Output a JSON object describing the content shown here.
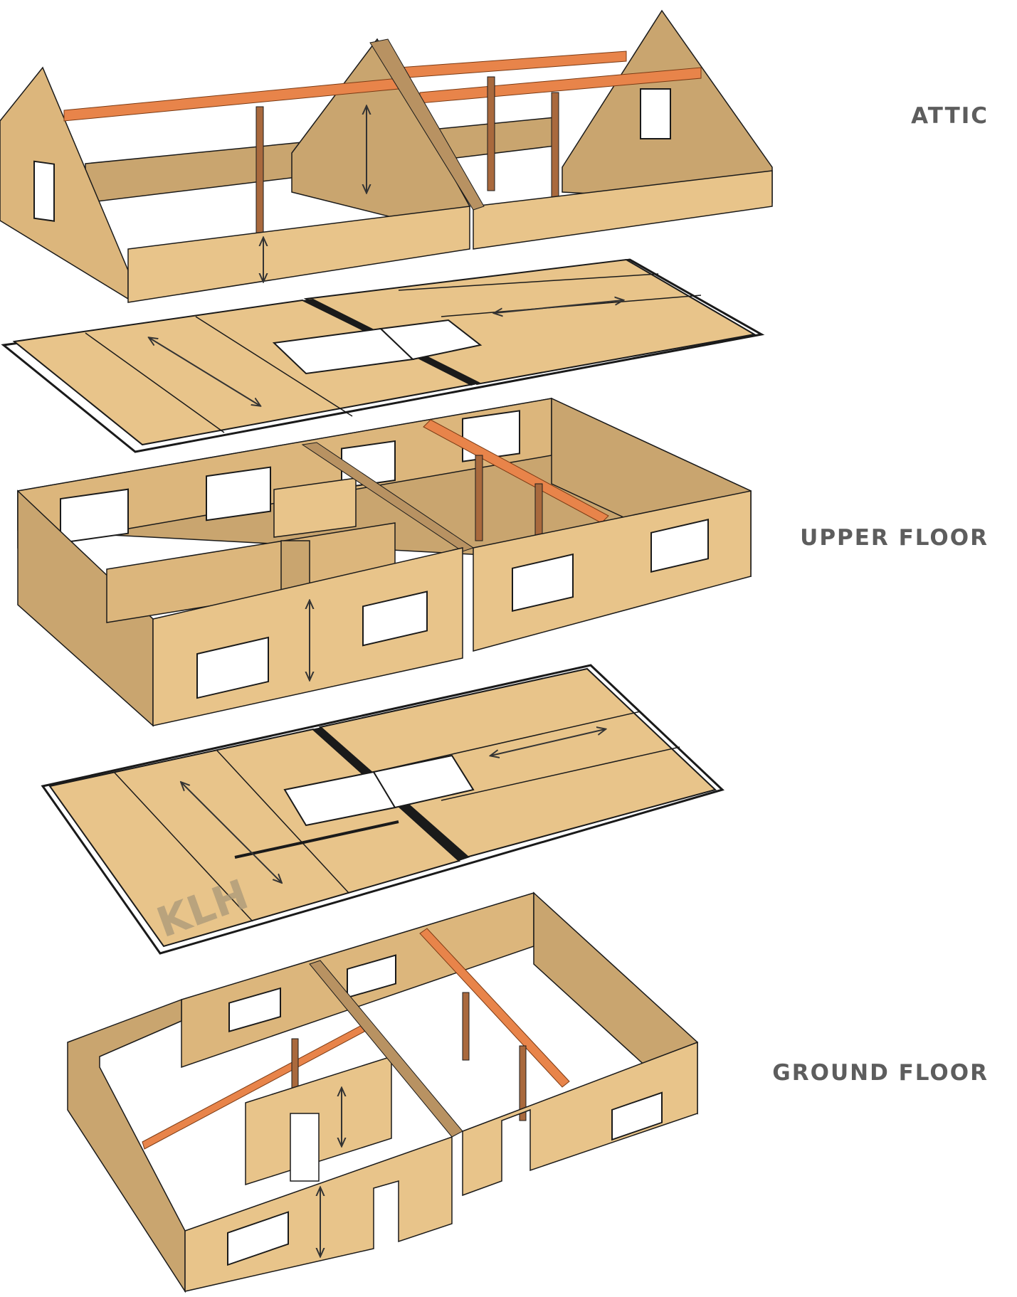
{
  "labels": {
    "attic": "ATTIC",
    "upper_floor": "UPPER FLOOR",
    "ground_floor": "GROUND FLOOR"
  },
  "logo": "KLH",
  "colors": {
    "panel_face": "#e8c48a",
    "panel_shade": "#c9a56f",
    "panel_dark": "#b89262",
    "beam": "#e8844a",
    "post": "#a9693d",
    "outline": "#1a1a1a",
    "label": "#5d5d5d"
  }
}
